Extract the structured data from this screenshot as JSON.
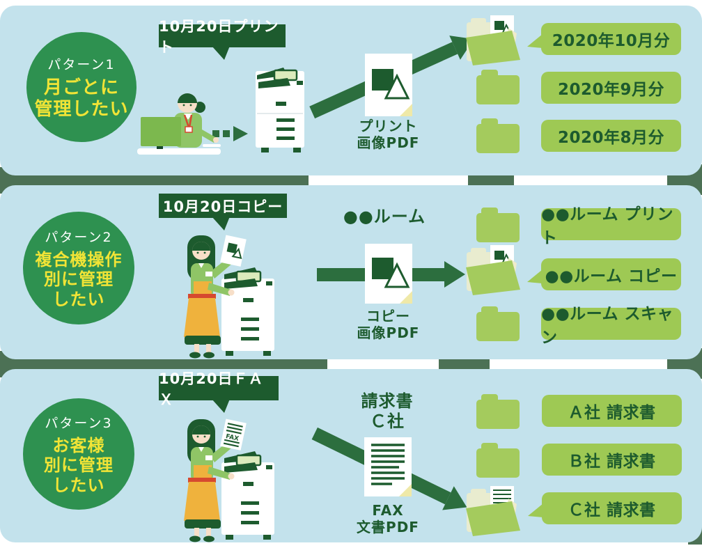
{
  "colors": {
    "panel_background": "#c3e2ec",
    "dark_green": "#1d5b2e",
    "arrow_green": "#2c6e3e",
    "circle_green": "#2e9150",
    "badge_yellow": "#f1e436",
    "folder_green": "#a4cb5d",
    "pill_green": "#9ec954",
    "divider_bar_green": "#4c7155",
    "open_folder_back": "#e9eccf",
    "page_fold_yellow": "#efe9a8"
  },
  "panels": [
    {
      "badge": {
        "label": "パターン1",
        "lines": [
          "月ごとに",
          "管理したい"
        ]
      },
      "bubble": "10月20日プリント",
      "document": {
        "type": "image-pdf",
        "caption": [
          "プリント",
          "画像PDF"
        ]
      },
      "rows": [
        {
          "label": "2020年10月分",
          "open": true
        },
        {
          "label": "2020年9月分",
          "open": false
        },
        {
          "label": "2020年8月分",
          "open": false
        }
      ]
    },
    {
      "badge": {
        "label": "パターン2",
        "lines": [
          "複合機操作",
          "別に管理",
          "したい"
        ]
      },
      "bubble": "10月20日コピー",
      "source_label": [
        "●●ルーム"
      ],
      "document": {
        "type": "image-pdf",
        "caption": [
          "コピー",
          "画像PDF"
        ]
      },
      "rows": [
        {
          "label": "●●ルーム プリント",
          "open": false
        },
        {
          "label": "●●ルーム コピー",
          "open": true
        },
        {
          "label": "●●ルーム スキャン",
          "open": false
        }
      ]
    },
    {
      "badge": {
        "label": "パターン3",
        "lines": [
          "お客様",
          "別に管理",
          "したい"
        ]
      },
      "bubble": "10月20日ＦＡＸ",
      "source_label": [
        "請求書",
        "Ｃ社"
      ],
      "held_paper_label": "FAX",
      "document": {
        "type": "fax-doc",
        "caption": [
          "FAX",
          "文書PDF"
        ]
      },
      "rows": [
        {
          "label": "Ａ社 請求書",
          "open": false
        },
        {
          "label": "Ｂ社 請求書",
          "open": false
        },
        {
          "label": "Ｃ社 請求書",
          "open": true
        }
      ]
    }
  ]
}
